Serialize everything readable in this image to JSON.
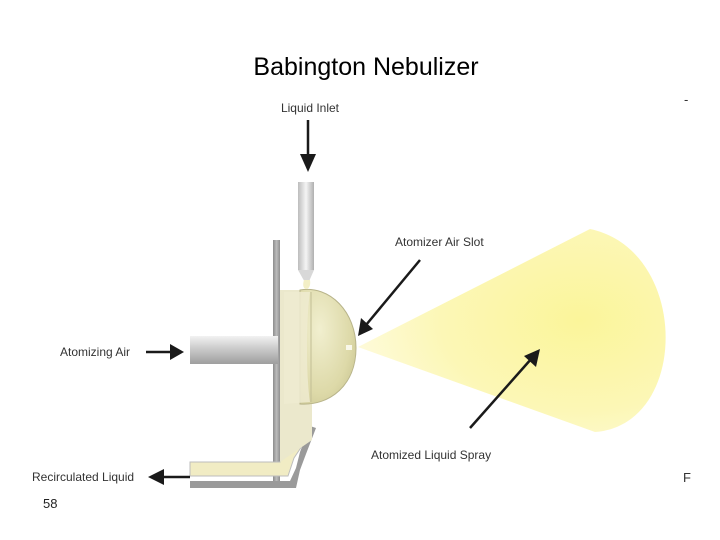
{
  "slide": {
    "title": "Babington Nebulizer",
    "page_number": "58",
    "edge_mark_top": "-",
    "edge_mark_bottom": "F"
  },
  "diagram": {
    "labels": {
      "liquid_inlet": "Liquid Inlet",
      "atomizer_air_slot": "Atomizer  Air Slot",
      "atomizing_air": "Atomizing Air",
      "atomized_liquid_spray": "Atomized Liquid Spray",
      "recirculated_liquid": "Recirculated Liquid"
    },
    "colors": {
      "spray": "#fbf6a8",
      "sphere": "#e4e1b4",
      "tube": "#c8c8c8",
      "housing": "#9a9a9a",
      "drain_liquid": "#f1ecc4",
      "arrow": "#1a1a1a"
    }
  }
}
